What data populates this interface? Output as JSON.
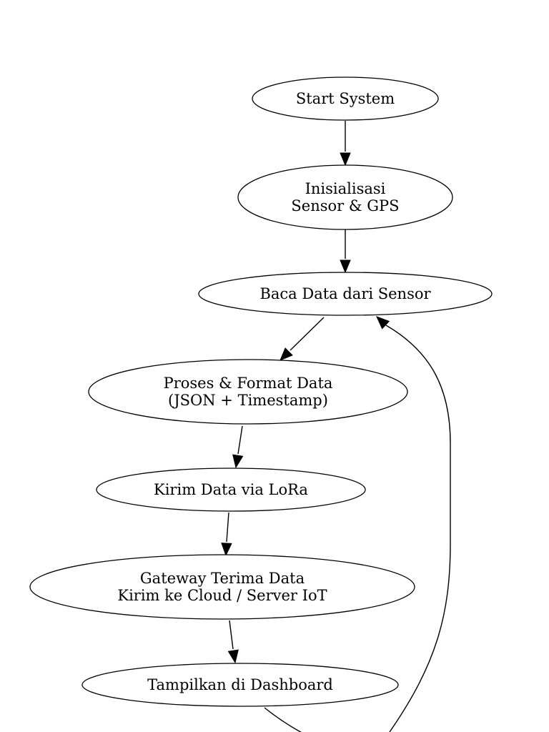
{
  "diagram": {
    "nodes": [
      {
        "id": "start",
        "lines": [
          "Start System"
        ]
      },
      {
        "id": "init",
        "lines": [
          "Inisialisasi",
          "Sensor & GPS"
        ]
      },
      {
        "id": "read",
        "lines": [
          "Baca Data dari Sensor"
        ]
      },
      {
        "id": "process",
        "lines": [
          "Proses & Format Data",
          "(JSON + Timestamp)"
        ]
      },
      {
        "id": "lora",
        "lines": [
          "Kirim Data via LoRa"
        ]
      },
      {
        "id": "gateway",
        "lines": [
          "Gateway Terima Data",
          "Kirim ke Cloud / Server IoT"
        ]
      },
      {
        "id": "dashboard",
        "lines": [
          "Tampilkan di Dashboard"
        ]
      }
    ],
    "edges": [
      {
        "from": "start",
        "to": "init"
      },
      {
        "from": "init",
        "to": "read"
      },
      {
        "from": "read",
        "to": "process"
      },
      {
        "from": "process",
        "to": "lora"
      },
      {
        "from": "lora",
        "to": "gateway"
      },
      {
        "from": "gateway",
        "to": "dashboard"
      },
      {
        "from": "dashboard",
        "to": "read"
      }
    ]
  }
}
